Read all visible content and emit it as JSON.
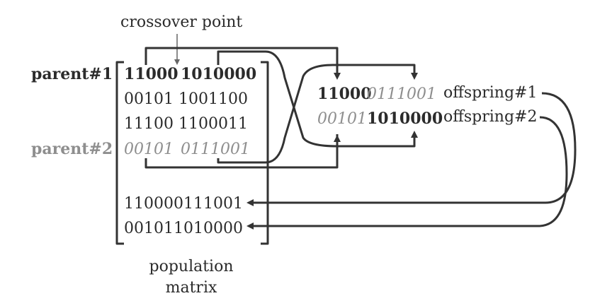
{
  "labels": {
    "crossover_point": "crossover point",
    "parent1": "parent#1",
    "parent2": "parent#2",
    "offspring1": "offspring#1",
    "offspring2": "offspring#2",
    "population": "population",
    "matrix": "matrix"
  },
  "matrix_rows": {
    "row1_left": "11000",
    "row1_right": "1010000",
    "row2": "00101 1001100",
    "row3": "11100 1100011",
    "row4_left": "00101",
    "row4_right": "0111001",
    "row5": "110000111001",
    "row6": "001011010000"
  },
  "offspring": {
    "o1_head": "11000",
    "o1_tail": "0111001",
    "o2_head": "00101",
    "o2_tail": "1010000"
  },
  "colors": {
    "text": "#2b2b2b",
    "parent2": "#8e8e8e",
    "line": "#333333"
  }
}
